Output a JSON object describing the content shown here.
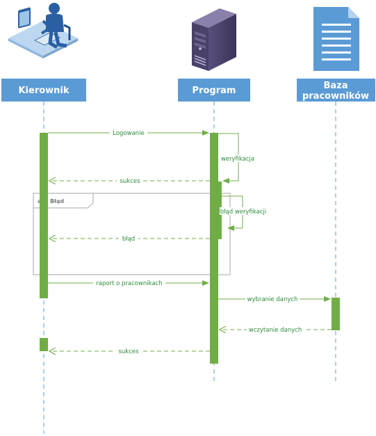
{
  "participants": {
    "kierownik": {
      "label": "Kierownik",
      "icon": "user-at-computer-icon"
    },
    "program": {
      "label": "Program",
      "icon": "server-tower-icon"
    },
    "baza": {
      "label_line1": "Baza",
      "label_line2": "pracowników",
      "icon": "document-icon"
    }
  },
  "messages": {
    "logowanie": "Logowanie",
    "weryfikacja": "weryfikacja",
    "sukces1": "sukces",
    "blad_weryfikacji": "błąd weryfikacji",
    "blad": "błąd",
    "raport": "raport o pracownikach",
    "wybranie": "wybranie danych",
    "wczytanie": "wczytanie danych",
    "sukces2": "sukces"
  },
  "fragment": {
    "label": "alt: Błąd"
  },
  "colors": {
    "header": "#5b9bd5",
    "activation": "#70ad47",
    "message": "#70ad47",
    "lifeline": "#5b9bd5",
    "frame": "#a6a6a6"
  }
}
